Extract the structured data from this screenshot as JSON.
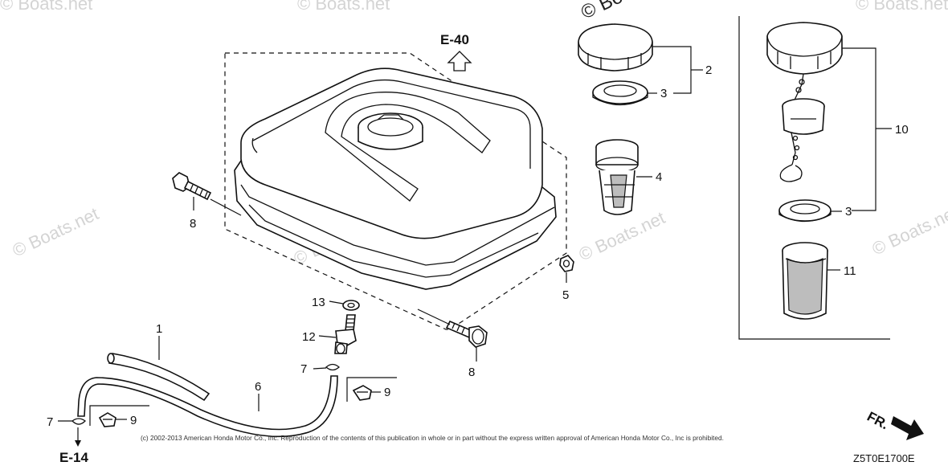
{
  "watermarks": {
    "boats": "© Boats.net",
    "boats_dark": "© Boats.net"
  },
  "refs": {
    "top": "E-40",
    "bottom": "E-14"
  },
  "callouts": {
    "c1": "1",
    "c2": "2",
    "c3a": "3",
    "c3b": "3",
    "c4": "4",
    "c5": "5",
    "c6": "6",
    "c7a": "7",
    "c7b": "7",
    "c8a": "8",
    "c8b": "8",
    "c9a": "9",
    "c9b": "9",
    "c10": "10",
    "c11": "11",
    "c12": "12",
    "c13": "13"
  },
  "copyright": "(c) 2002-2013 American Honda Motor Co., Inc. Reproduction of the contents of this publication in whole or in part without the express written approval of American Honda Motor Co., Inc is prohibited.",
  "diagram_code": "Z5T0E1700E",
  "front_marker": "FR.",
  "colors": {
    "line": "#111111",
    "mesh": "#bdbdbd",
    "watermark": "#d4d4d4"
  }
}
